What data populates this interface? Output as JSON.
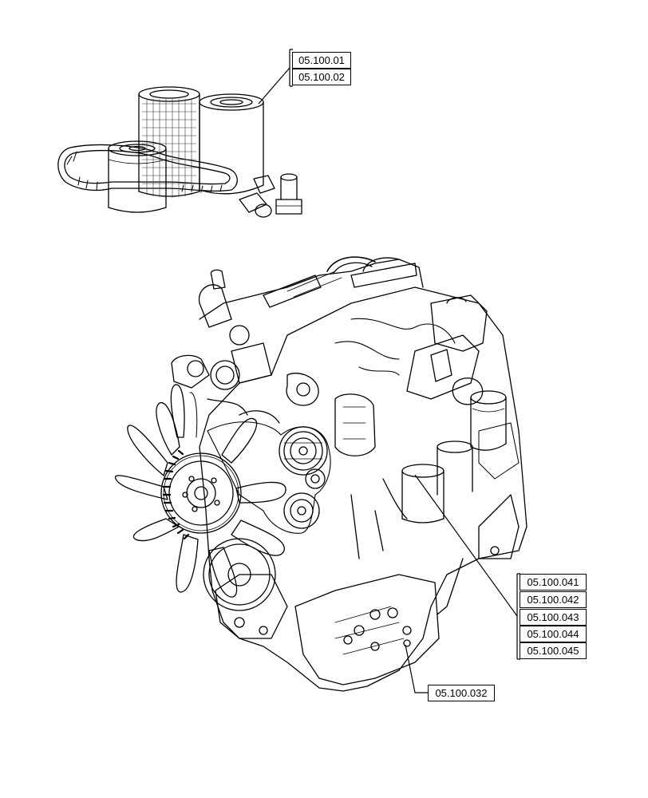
{
  "diagram": {
    "kit_refs": [
      "05.100.01",
      "05.100.02"
    ],
    "filter_refs": [
      "05.100.041",
      "05.100.042",
      "05.100.043",
      "05.100.044",
      "05.100.045"
    ],
    "sump_ref": "05.100.032"
  },
  "colors": {
    "line": "#000000",
    "background": "#ffffff"
  }
}
